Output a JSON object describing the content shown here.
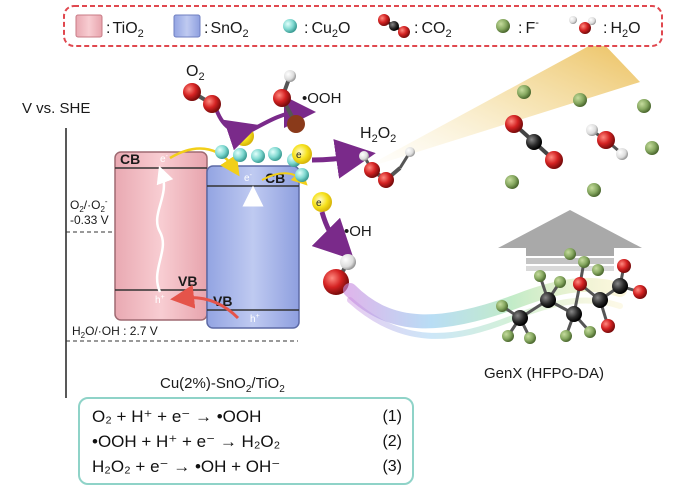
{
  "legend": {
    "tio2": "TiO",
    "tio2_sub": "2",
    "sno2": "SnO",
    "sno2_sub": "2",
    "cu2o": "Cu",
    "cu2o_sub": "2",
    "cu2o_tail": "O",
    "co2": "CO",
    "co2_sub": "2",
    "f": "F",
    "f_sup": "-",
    "h2o": "H",
    "h2o_sub": "2",
    "h2o_tail": "O",
    "colon": ":"
  },
  "axis": {
    "title": "V vs. SHE",
    "o2_label": "O",
    "o2_sub": "2",
    "o2_mid": "/·O",
    "o2_sub2": "2",
    "o2_sup": "-",
    "o2_value": "-0.33 V",
    "h2o_label": "H",
    "h2o_sub": "2",
    "h2o_tail": "O/·OH : 2.7 V"
  },
  "bands": {
    "cb": "CB",
    "vb": "VB",
    "electron": "e",
    "electron_sup": "-",
    "hole": "h",
    "hole_sup": "+"
  },
  "species": {
    "o2": "O",
    "o2_sub": "2",
    "ooh": "•OOH",
    "h2o2": "H",
    "h2o2_sub": "2",
    "h2o2_mid": "O",
    "h2o2_sub2": "2",
    "oh": "•OH"
  },
  "catalyst_label": "Cu(2%)-SnO",
  "catalyst_sub": "2",
  "catalyst_tail": "/TiO",
  "catalyst_sub2": "2",
  "pollutant_label": "GenX (HFPO-DA)",
  "equations": [
    {
      "text": "O₂ + H⁺ + e⁻ → •OOH",
      "num": "(1)"
    },
    {
      "text": "•OOH + H⁺ + e⁻ → H₂O₂",
      "num": "(2)"
    },
    {
      "text": "H₂O₂ + e⁻ → •OH + OH⁻",
      "num": "(3)"
    }
  ],
  "colors": {
    "tio2": "#f2b9c0",
    "sno2": "#aab8e8",
    "cu2o": "#7ed8d0",
    "oxygen": "#cc1f1f",
    "carbon": "#222222",
    "fluorine": "#86a860",
    "hydrogen": "#f2f2f2",
    "electron": "#f6e21c",
    "arrow_purple": "#7a2a8a",
    "hole_arrow": "#e5544a",
    "legend_border": "#e0484f",
    "eq_border": "#8fd3c8"
  }
}
